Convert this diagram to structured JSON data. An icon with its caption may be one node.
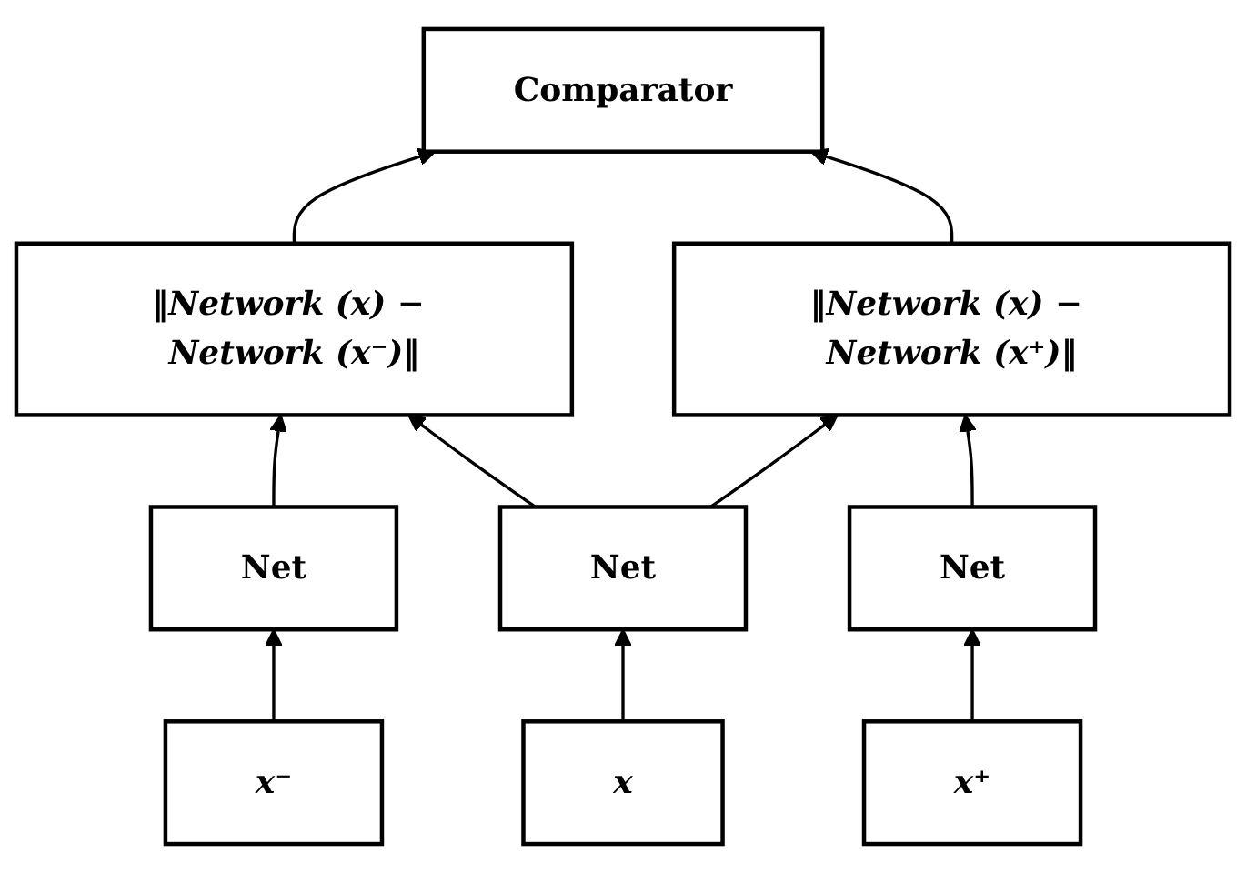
{
  "diagram": {
    "nodes": [
      {
        "text": [
          "Comparator"
        ]
      },
      {
        "text": [
          "‖Network (x) − Network (x⁻)‖"
        ]
      },
      {
        "text": [
          "‖Network (x) − Network (x⁺)‖"
        ]
      },
      {
        "text": [
          "Net"
        ]
      },
      {
        "text": [
          "Net"
        ]
      },
      {
        "text": [
          "Net"
        ]
      },
      {
        "text": [
          "x⁻"
        ]
      },
      {
        "text": [
          "x"
        ]
      },
      {
        "text": [
          "x⁺"
        ]
      }
    ],
    "edges": [
      {
        "from": 6,
        "to": 3,
        "arrow": "to"
      },
      {
        "from": 7,
        "to": 4,
        "arrow": "to"
      },
      {
        "from": 8,
        "to": 5,
        "arrow": "to"
      },
      {
        "from": 3,
        "to": 1,
        "arrow": "to"
      },
      {
        "from": 4,
        "to": 1,
        "arrow": "to"
      },
      {
        "from": 4,
        "to": 2,
        "arrow": "to"
      },
      {
        "from": 5,
        "to": 2,
        "arrow": "to"
      },
      {
        "from": 1,
        "to": 0,
        "arrow": "to"
      },
      {
        "from": 2,
        "to": 0,
        "arrow": "to"
      }
    ]
  }
}
